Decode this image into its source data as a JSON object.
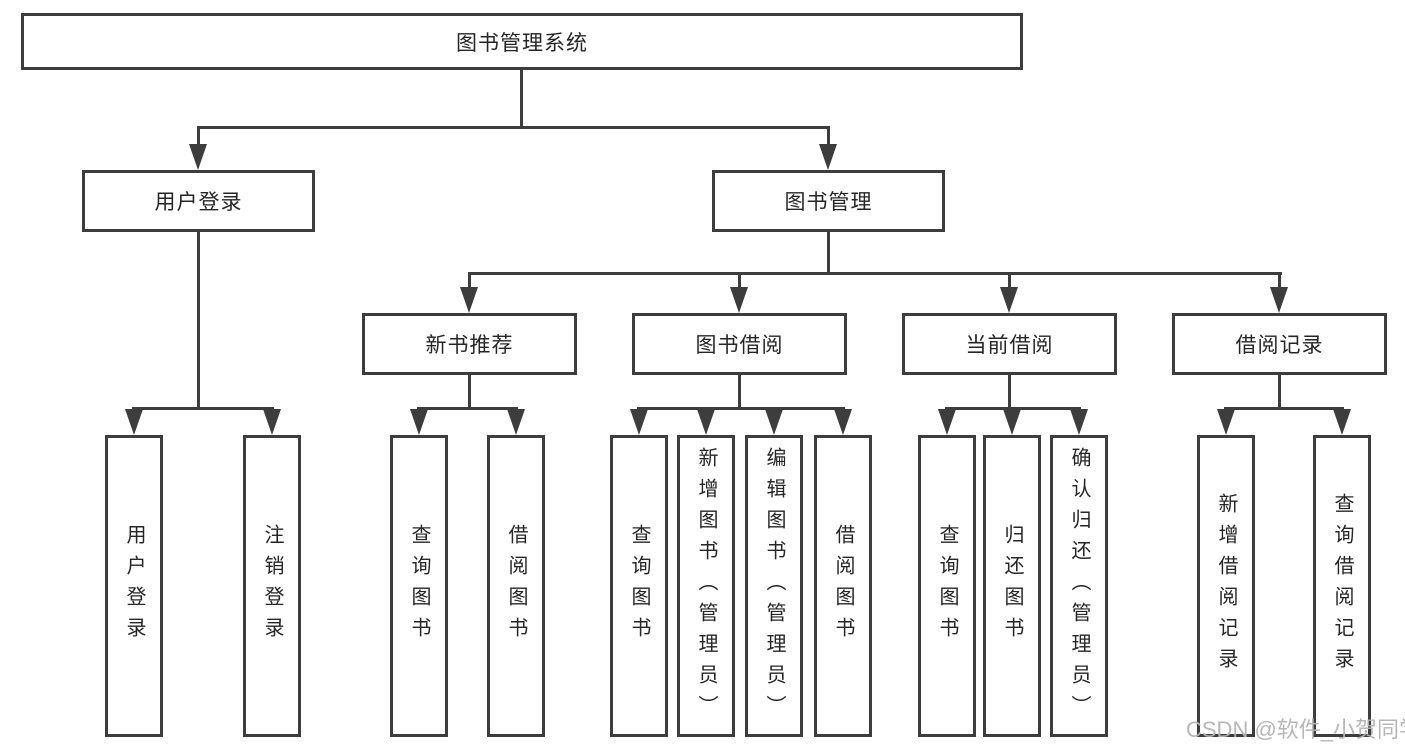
{
  "nodes": {
    "root": "图书管理系统",
    "level2": [
      "用户登录",
      "图书管理"
    ],
    "level3": [
      "新书推荐",
      "图书借阅",
      "当前借阅",
      "借阅记录"
    ]
  },
  "leaves": {
    "user": [
      "用户登录",
      "注销登录"
    ],
    "recommend": [
      "查询图书",
      "借阅图书"
    ],
    "borrow": [
      "查询图书",
      "新增图书（管理员）",
      "编辑图书（管理员）",
      "借阅图书"
    ],
    "current": [
      "查询图书",
      "归还图书",
      "确认归还（管理员）"
    ],
    "records": [
      "新增借阅记录",
      "查询借阅记录"
    ]
  },
  "watermark": "CSDN @软件_小贺同学",
  "colors": {
    "line": "#3d3d3d",
    "text": "#262626",
    "watermark": "#b4b4b4",
    "background": "#ffffff"
  }
}
